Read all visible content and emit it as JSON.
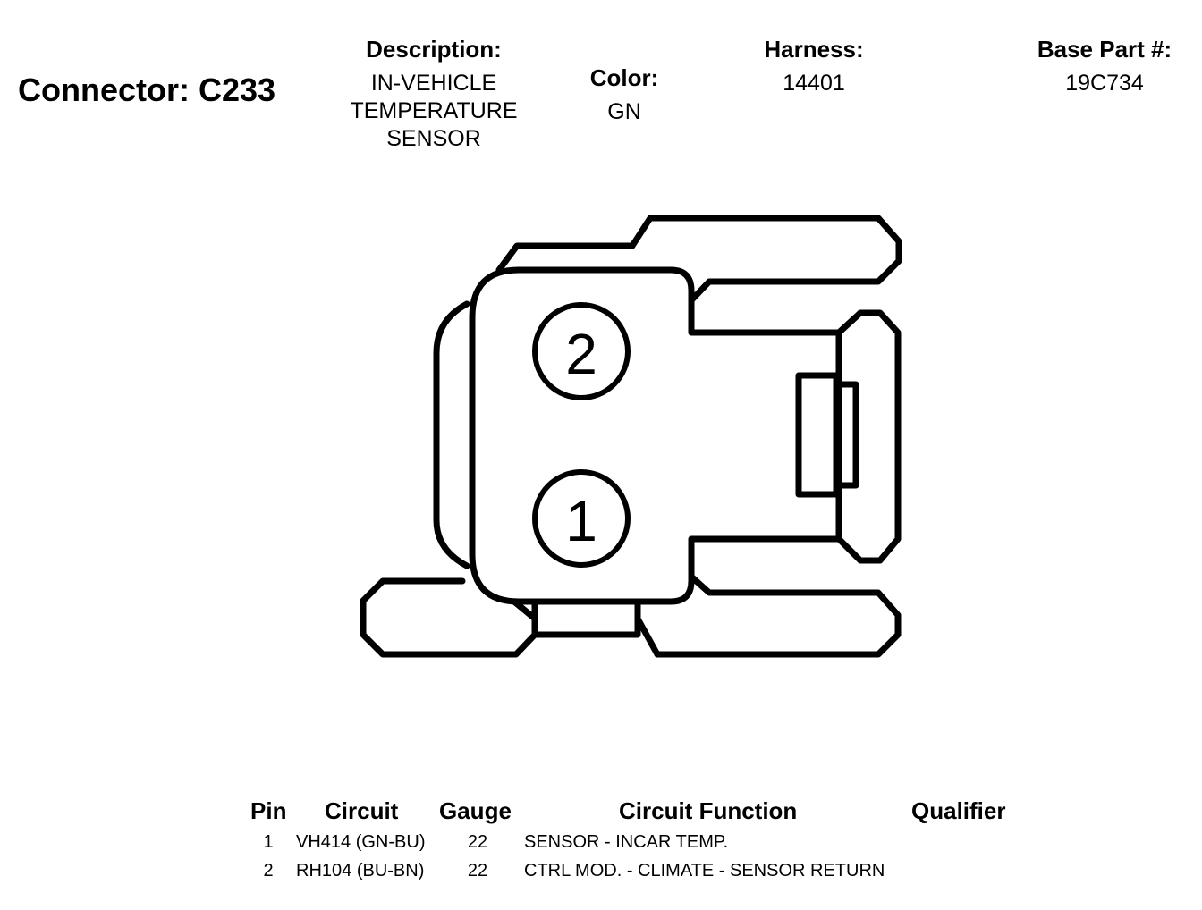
{
  "connector": {
    "title": "Connector: C233",
    "description_label": "Description:",
    "description_lines": [
      "IN-VEHICLE",
      "TEMPERATURE",
      "SENSOR"
    ],
    "color_label": "Color:",
    "color_value": "GN",
    "harness_label": "Harness:",
    "harness_value": "14401",
    "base_part_label": "Base Part #:",
    "base_part_value": "19C734"
  },
  "diagram": {
    "pin_labels": [
      "2",
      "1"
    ]
  },
  "table": {
    "headers": {
      "pin": "Pin",
      "circuit": "Circuit",
      "gauge": "Gauge",
      "function": "Circuit Function",
      "qualifier": "Qualifier"
    },
    "rows": [
      {
        "pin": "1",
        "circuit": "VH414 (GN-BU)",
        "gauge": "22",
        "function": "SENSOR - INCAR TEMP.",
        "qualifier": ""
      },
      {
        "pin": "2",
        "circuit": "RH104 (BU-BN)",
        "gauge": "22",
        "function": "CTRL MOD. - CLIMATE - SENSOR RETURN",
        "qualifier": ""
      }
    ]
  }
}
